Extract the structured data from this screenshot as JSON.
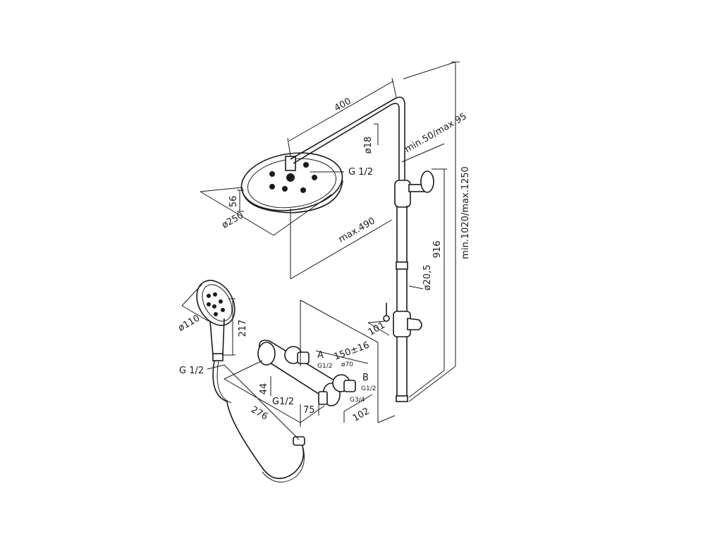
{
  "dimensions": {
    "arm_length": "400",
    "arm_diameter": "ø18",
    "head_connection": "G 1/2",
    "head_height": "56",
    "head_diameter": "ø250",
    "arm_reach": "max.490",
    "wall_offset": "min.50/max.95",
    "column_height": "min.1020/max.1250",
    "column_length": "916",
    "pipe_diameter": "ø20,5",
    "holder_offset": "101",
    "hand_shower_diameter": "ø110",
    "hand_shower_length": "217",
    "hose_connection": "G 1/2",
    "outlet_a_label": "A",
    "outlet_a_thread": "G1/2",
    "inlet_spacing": "150±16",
    "inlet_diameter": "ø70",
    "outlet_b_label": "B",
    "outlet_b_thread": "G1/2",
    "inlet_thread": "G3/4",
    "mixer_height": "44",
    "mixer_outlet": "G1/2",
    "mixer_width": "276",
    "mixer_75": "75",
    "mixer_depth": "102"
  },
  "colors": {
    "line": "#1a1a1a",
    "background": "#ffffff"
  }
}
